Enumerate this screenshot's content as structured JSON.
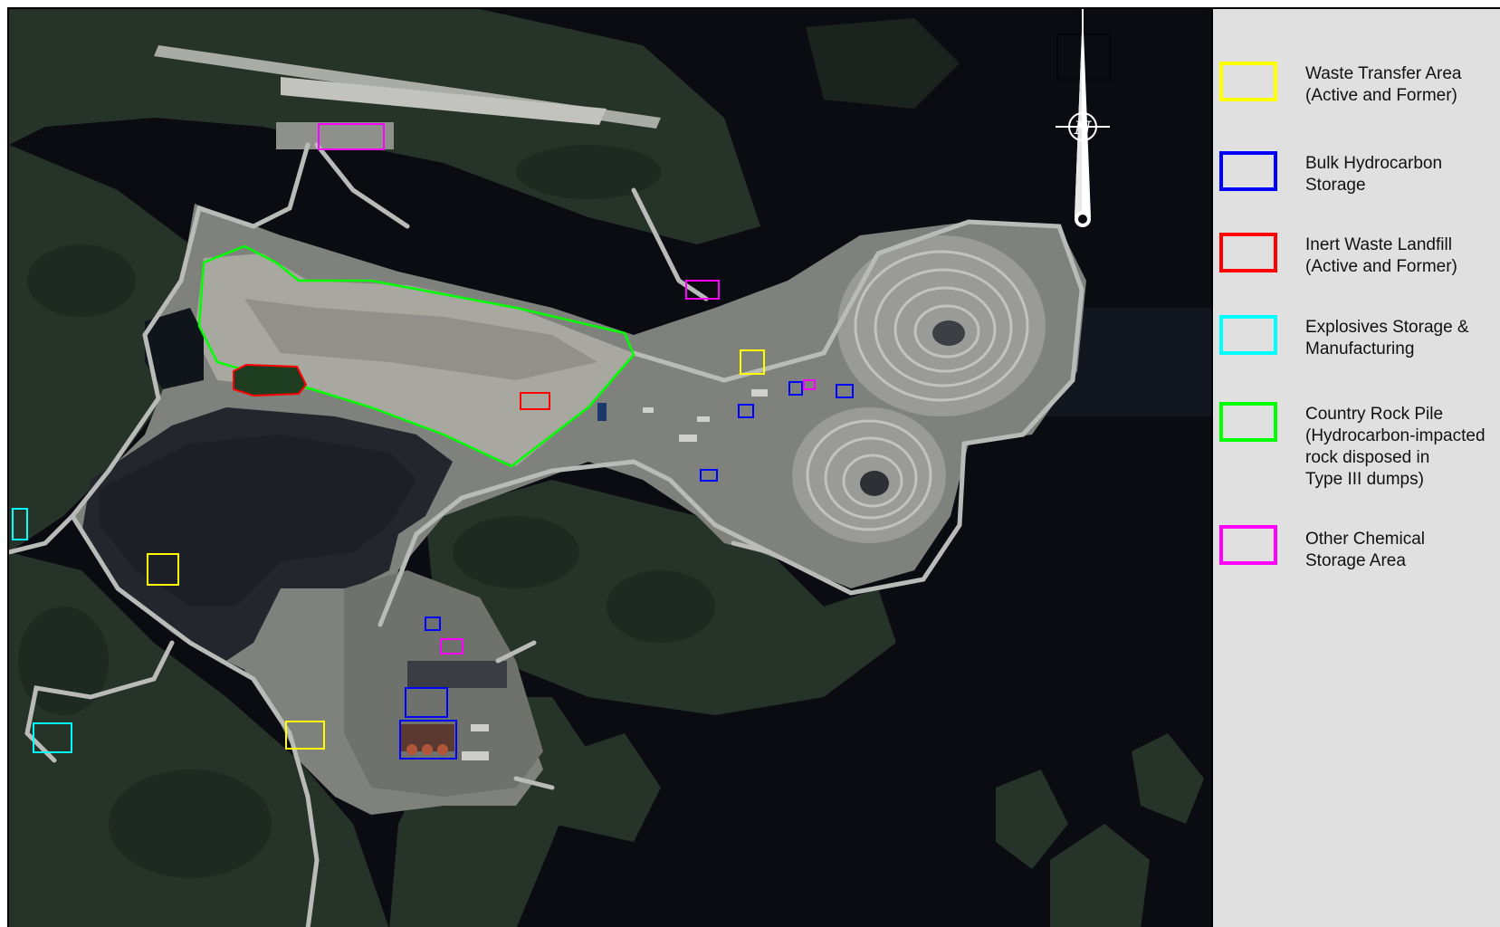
{
  "legend": {
    "items": [
      {
        "label": "Waste Transfer Area\n(Active and Former)",
        "color": "#ffff00"
      },
      {
        "label": "Bulk Hydrocarbon\nStorage",
        "color": "#0000ff"
      },
      {
        "label": "Inert Waste Landfill\n(Active and Former)",
        "color": "#ff0000"
      },
      {
        "label": "Explosives Storage &\nManufacturing",
        "color": "#00ffff"
      },
      {
        "label": "Country Rock Pile\n(Hydrocarbon-impacted\nrock disposed in\nType III dumps)",
        "color": "#00ff00"
      },
      {
        "label": "Other Chemical\nStorage Area",
        "color": "#ff00ff"
      }
    ]
  },
  "map": {
    "north_arrow_icon": "north-arrow-icon",
    "colors": {
      "water": "#0a0c12",
      "land": "#2c3a2e",
      "disturbed": "#8a8c88",
      "roads": "#b9bbb8",
      "tailings": "#23262c"
    }
  }
}
